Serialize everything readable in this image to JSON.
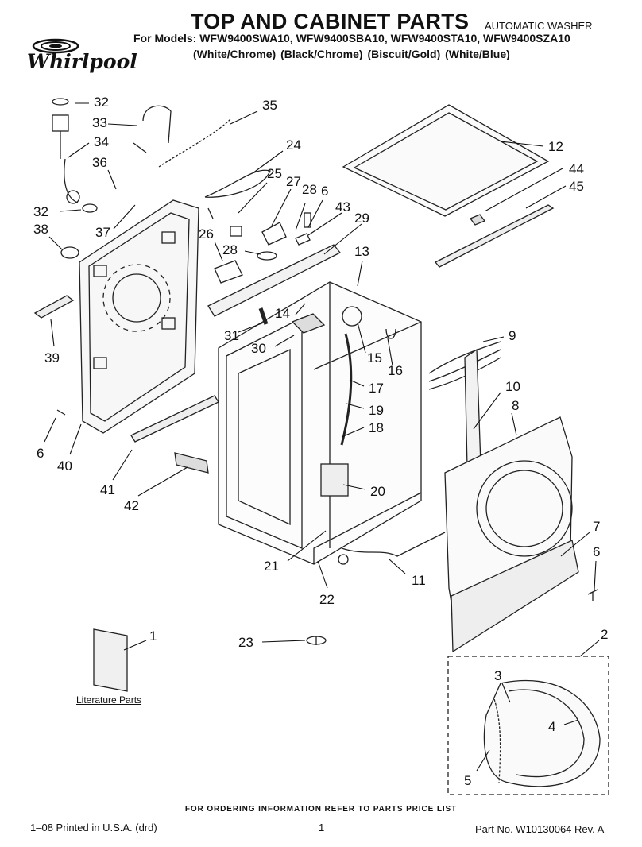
{
  "header": {
    "title": "TOP AND CABINET PARTS",
    "subtitle": "AUTOMATIC WASHER",
    "models": "For Models: WFW9400SWA10, WFW9400SBA10, WFW9400STA10, WFW9400SZA10",
    "colors": "(White/Chrome)  (Black/Chrome)  (Biscuit/Gold)     (White/Blue)",
    "brand": "Whirlpool"
  },
  "diagram": {
    "literature_label": "Literature Parts",
    "callouts": [
      "32",
      "33",
      "34",
      "36",
      "32",
      "38",
      "39",
      "37",
      "35",
      "24",
      "25",
      "27",
      "28",
      "6",
      "43",
      "29",
      "26",
      "28",
      "13",
      "12",
      "44",
      "45",
      "14",
      "31",
      "30",
      "15",
      "16",
      "9",
      "17",
      "19",
      "18",
      "10",
      "8",
      "20",
      "21",
      "11",
      "7",
      "6",
      "22",
      "23",
      "1",
      "2",
      "3",
      "4",
      "5",
      "6",
      "40",
      "41",
      "42"
    ]
  },
  "footer": {
    "order_note": "FOR ORDERING INFORMATION REFER TO PARTS PRICE LIST",
    "printed": "1–08 Printed in U.S.A. (drd)",
    "page": "1",
    "part_no": "Part No. W10130064 Rev. A"
  }
}
